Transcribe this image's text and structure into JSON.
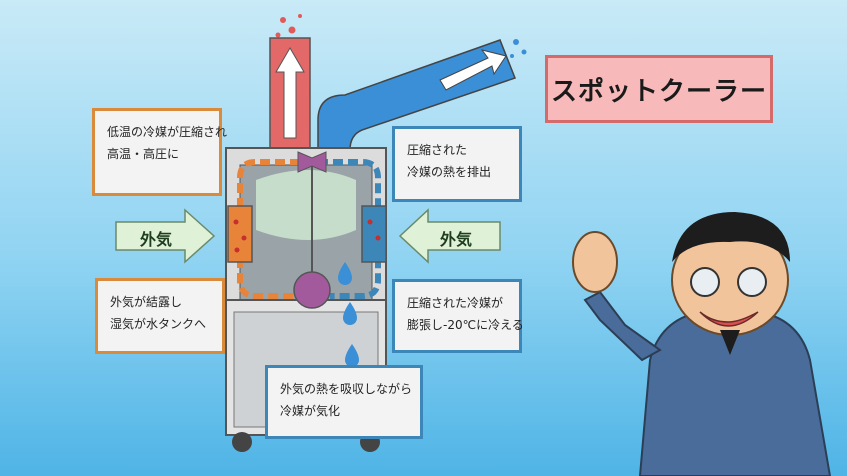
{
  "title": "スポットクーラー",
  "notes": {
    "top_left": [
      "低温の冷媒が圧縮され",
      "高温・高圧に"
    ],
    "top_right": [
      "圧縮された",
      "冷媒の熱を排出"
    ],
    "bottom_left": [
      "外気が結露し",
      "湿気が水タンクへ"
    ],
    "bottom_right": [
      "圧縮された冷媒が",
      "膨張し-20℃に冷える"
    ],
    "bottom_center": [
      "外気の熱を吸収しながら",
      "冷媒が気化"
    ]
  },
  "arrows": {
    "left_label": "外気",
    "right_label": "外気"
  },
  "colors": {
    "hot_accent": "#e8843a",
    "cold_accent": "#3d86b8",
    "title_bg": "#f7b9b9",
    "air_arrow": "#dff1d6",
    "exhaust_hot": "#e86a6a",
    "exhaust_cool": "#3b8fd6"
  }
}
